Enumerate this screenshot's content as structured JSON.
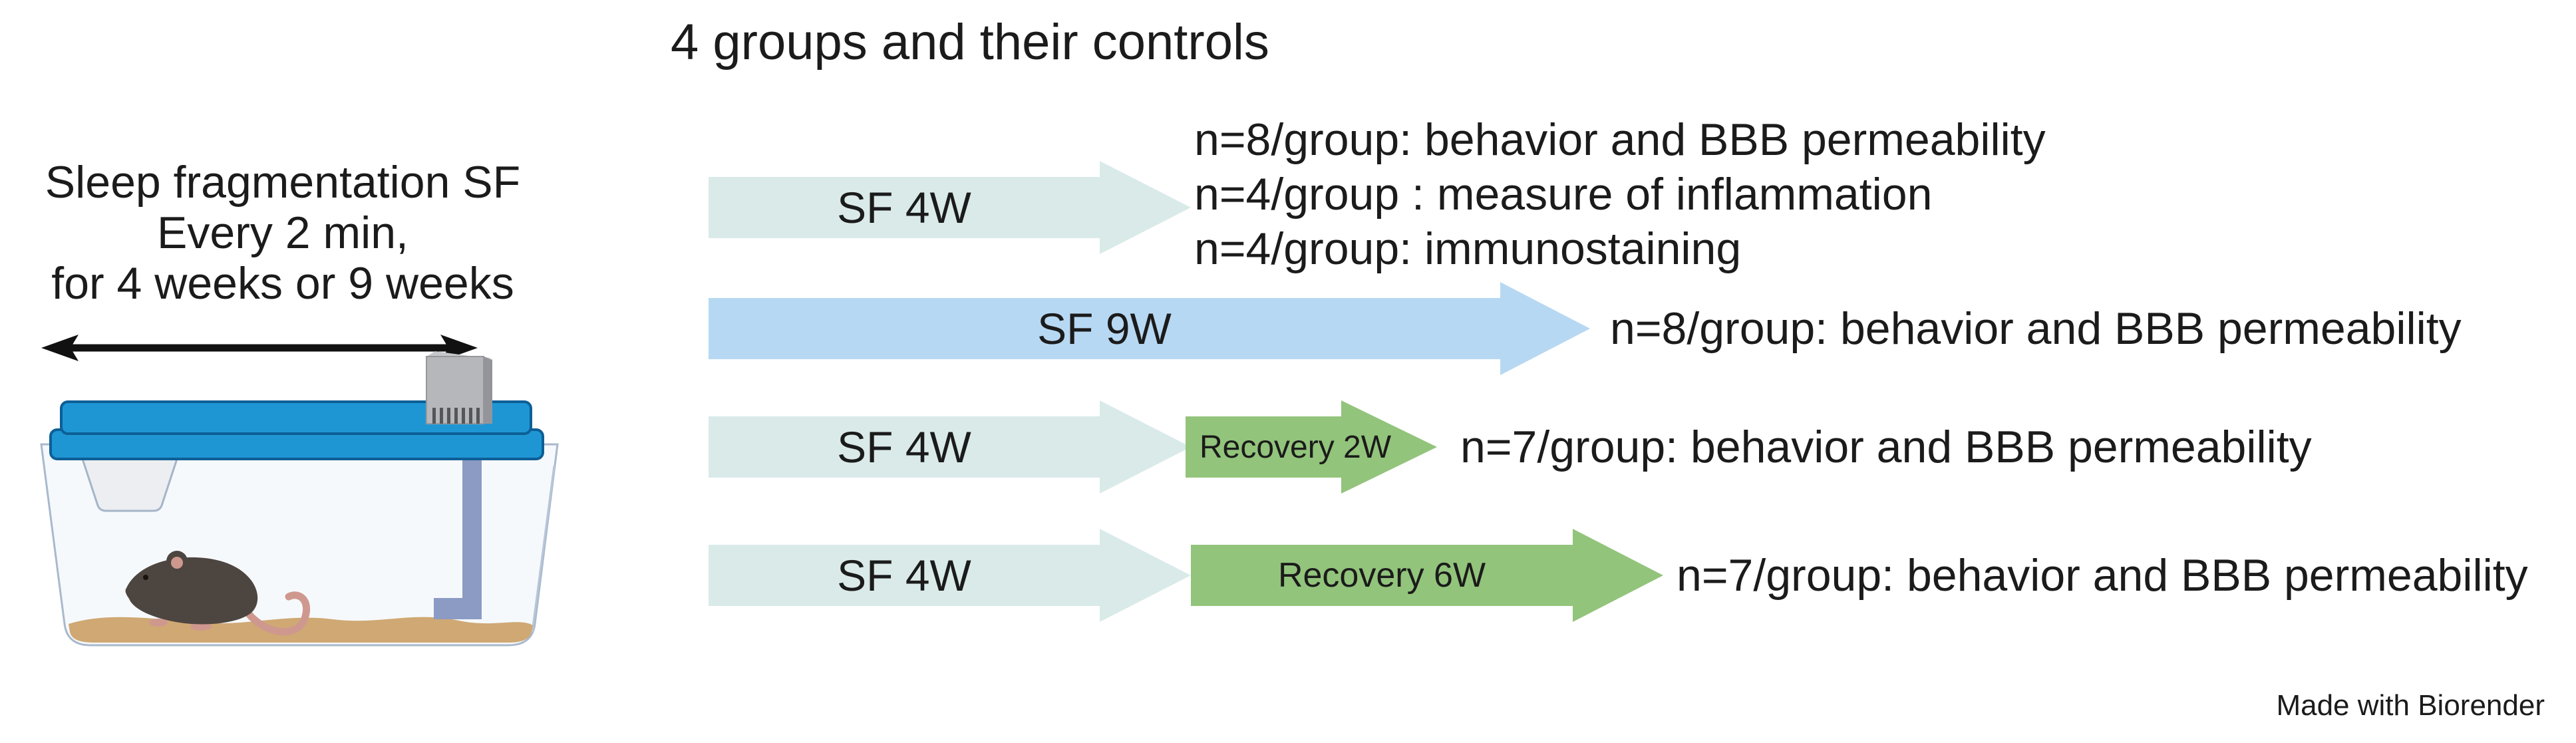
{
  "title": "4 groups and their controls",
  "left_panel": {
    "caption_lines": [
      "Sleep fragmentation SF",
      "Every 2 min,",
      "for 4 weeks or 9 weeks"
    ],
    "duration_arrow_icon": "double-headed-arrow",
    "cage_icon": "mouse-cage-with-sleep-fragmentation-device"
  },
  "colors": {
    "sf4w_arrow": "#d9eae9",
    "sf9w_arrow": "#b7d8f2",
    "recovery_arrow": "#92c47b",
    "cage_lid": "#1f96d4",
    "text": "#1b1b1b"
  },
  "rows": [
    {
      "arrows": [
        {
          "label": "SF 4W"
        }
      ],
      "results": [
        "n=8/group: behavior and BBB permeability",
        "n=4/group : measure of inflammation",
        "n=4/group: immunostaining"
      ]
    },
    {
      "arrows": [
        {
          "label": "SF 9W"
        }
      ],
      "results": [
        "n=8/group: behavior and BBB permeability"
      ]
    },
    {
      "arrows": [
        {
          "label": "SF 4W"
        },
        {
          "label": "Recovery 2W"
        }
      ],
      "results": [
        "n=7/group: behavior and BBB permeability"
      ]
    },
    {
      "arrows": [
        {
          "label": "SF 4W"
        },
        {
          "label": "Recovery 6W"
        }
      ],
      "results": [
        "n=7/group: behavior and BBB permeability"
      ]
    }
  ],
  "footer": {
    "credit": "Made with Biorender"
  }
}
